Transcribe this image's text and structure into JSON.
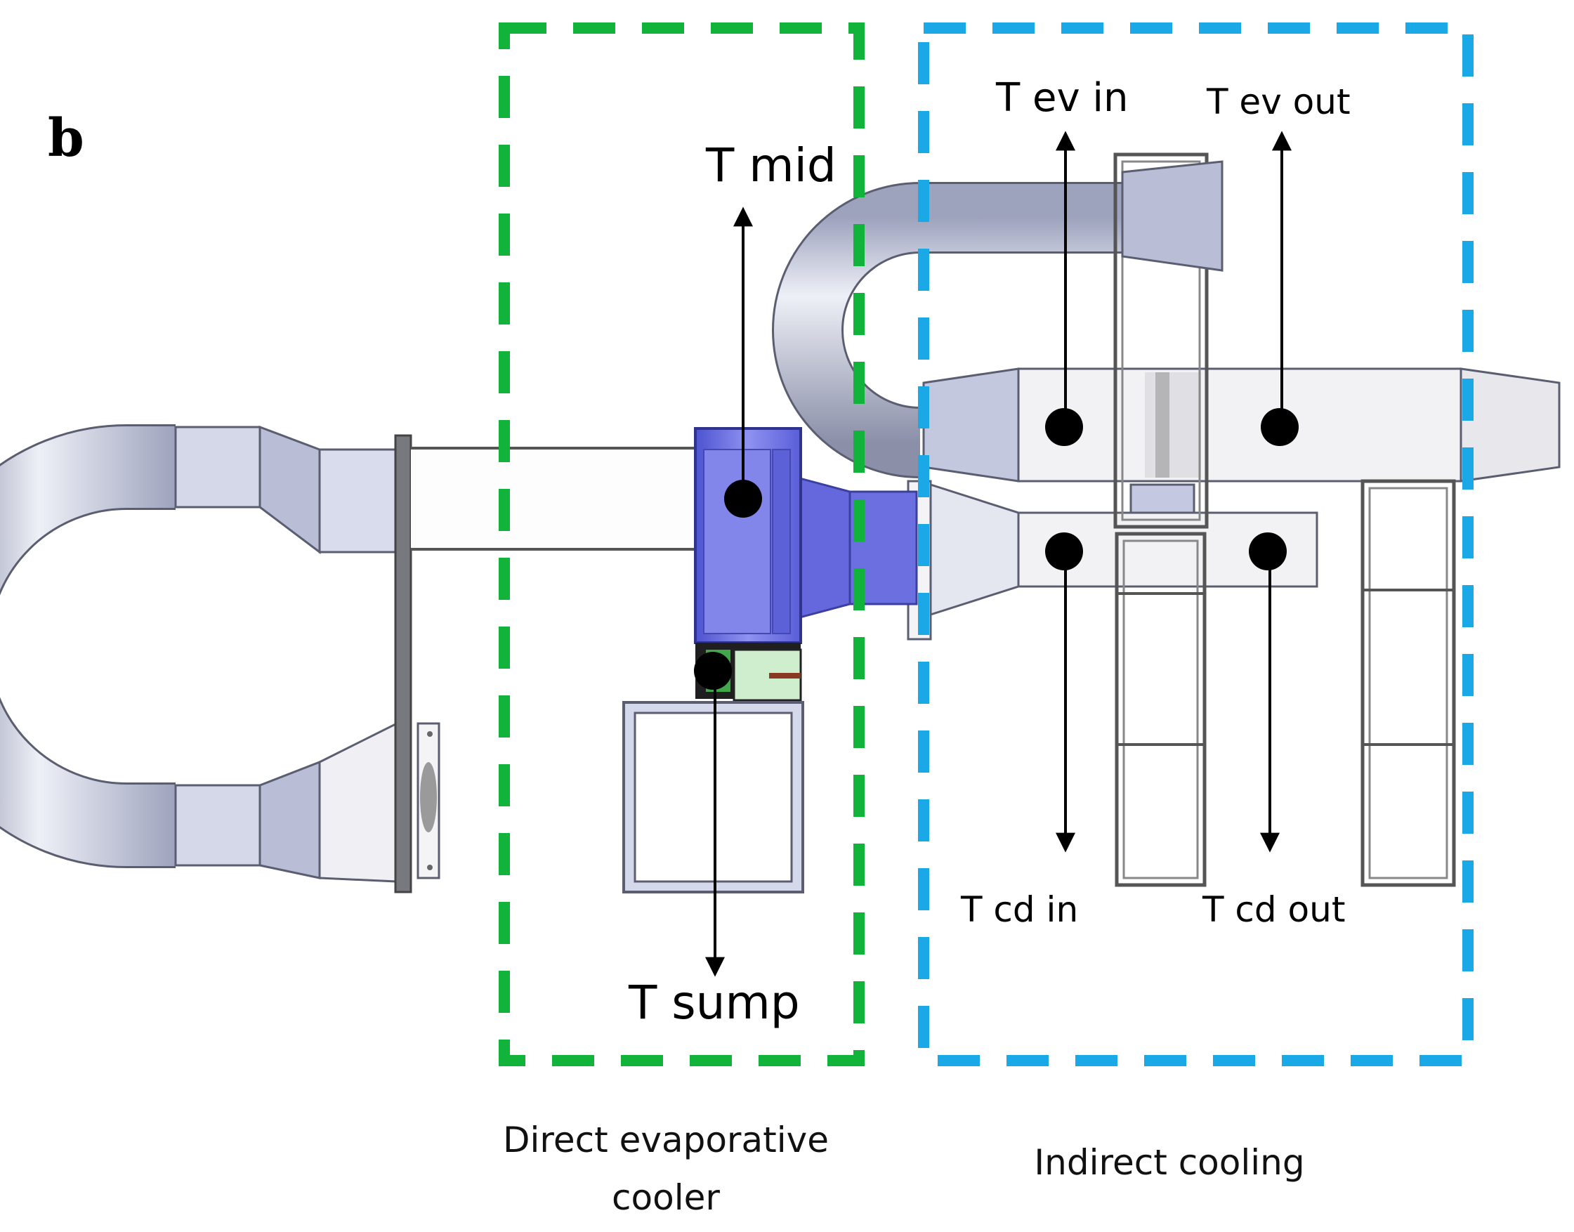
{
  "panel_letter": "b",
  "regions": {
    "direct": {
      "label_line1": "Direct evaporative",
      "label_line2": "cooler",
      "border_color": "#12b33a"
    },
    "indirect": {
      "label": "Indirect cooling",
      "border_color": "#1aa9e6"
    }
  },
  "sensors": {
    "t_mid": "T mid",
    "t_sump": "T sump",
    "t_ev_in": "T ev in",
    "t_ev_out": "T ev out",
    "t_cd_in": "T cd in",
    "t_cd_out": "T cd out"
  },
  "colors": {
    "duct_fill": "#d4d8ea",
    "duct_stroke": "#5a5e70",
    "cooler_fill": "#6b6fe0",
    "sump_fill": "#cfeecd",
    "frame_stroke": "#444444"
  }
}
